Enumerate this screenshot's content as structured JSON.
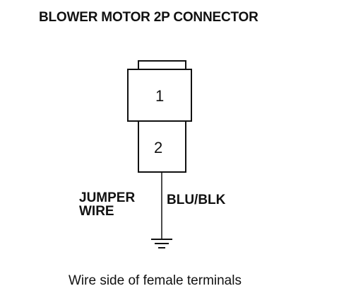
{
  "title": "BLOWER MOTOR 2P CONNECTOR",
  "connector": {
    "pins": [
      "1",
      "2"
    ]
  },
  "jumper_label": {
    "line1": "JUMPER",
    "line2": "WIRE"
  },
  "wire_color": "BLU/BLK",
  "ground_symbol": "ground-icon",
  "caption": "Wire side of female terminals",
  "colors": {
    "ink": "#111111",
    "background": "#ffffff"
  }
}
